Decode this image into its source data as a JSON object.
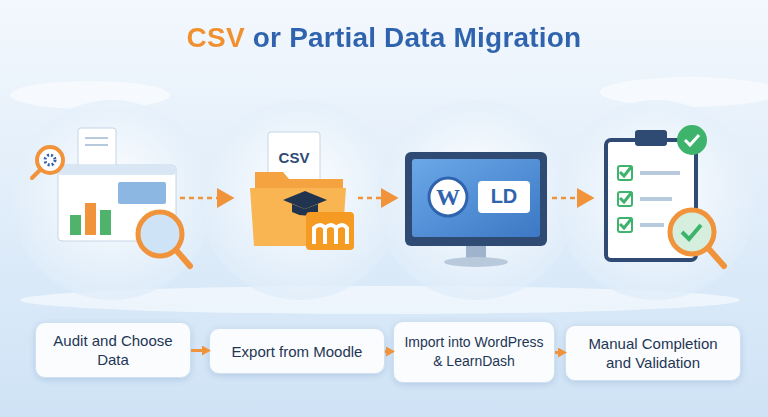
{
  "diagram": {
    "title": "CSV or Partial Data Migration",
    "nodes": [
      {
        "text": [
          "Audit and Choose Data"
        ]
      },
      {
        "text": [
          "Export from Moodle"
        ]
      },
      {
        "text": [
          "Import into WordPress & LearnDash"
        ]
      },
      {
        "text": [
          "Manual Completion and Validation"
        ]
      }
    ],
    "edges": [
      {
        "from": 0,
        "to": 1,
        "arrow": "to"
      },
      {
        "from": 1,
        "to": 2,
        "arrow": "to"
      },
      {
        "from": 2,
        "to": 3,
        "arrow": "to"
      }
    ],
    "labels": [
      "CSV",
      "W",
      "LD"
    ]
  }
}
